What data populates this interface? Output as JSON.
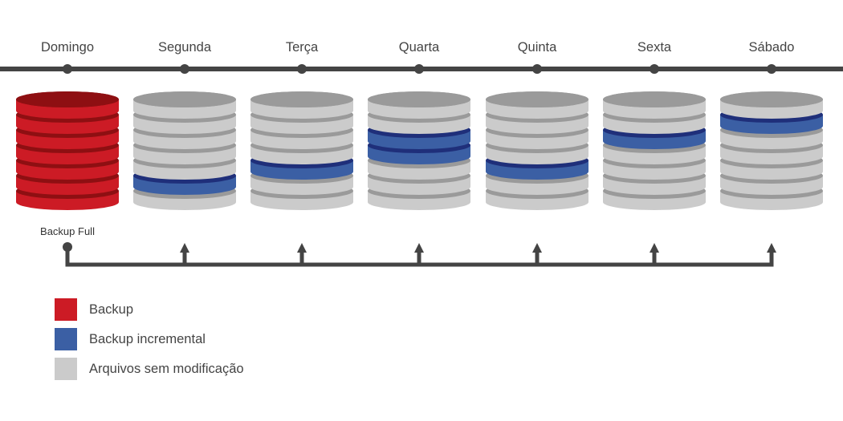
{
  "days": [
    "Domingo",
    "Segunda",
    "Terça",
    "Quarta",
    "Quinta",
    "Sexta",
    "Sábado"
  ],
  "caption": "Backup Full",
  "disks": [
    {
      "type": "full",
      "modified_layers": []
    },
    {
      "type": "incremental",
      "modified_layers": [
        5
      ]
    },
    {
      "type": "incremental",
      "modified_layers": [
        4
      ]
    },
    {
      "type": "incremental",
      "modified_layers": [
        2,
        3
      ]
    },
    {
      "type": "incremental",
      "modified_layers": [
        4
      ]
    },
    {
      "type": "incremental",
      "modified_layers": [
        2
      ]
    },
    {
      "type": "incremental",
      "modified_layers": [
        1
      ]
    }
  ],
  "legend": [
    {
      "label": "Backup",
      "color": "#cc1b25"
    },
    {
      "label": "Backup incremental",
      "color": "#3b5fa4"
    },
    {
      "label": "Arquivos sem modificação",
      "color": "#cbcbcb"
    }
  ],
  "colors": {
    "line": "#444444",
    "red": "#cc1b25",
    "red_dark": "#8e0f12",
    "blue": "#3b5fa4",
    "blue_dark": "#1f2f7a",
    "gray": "#cbcbcb",
    "gray_dark": "#9a9a9a"
  }
}
